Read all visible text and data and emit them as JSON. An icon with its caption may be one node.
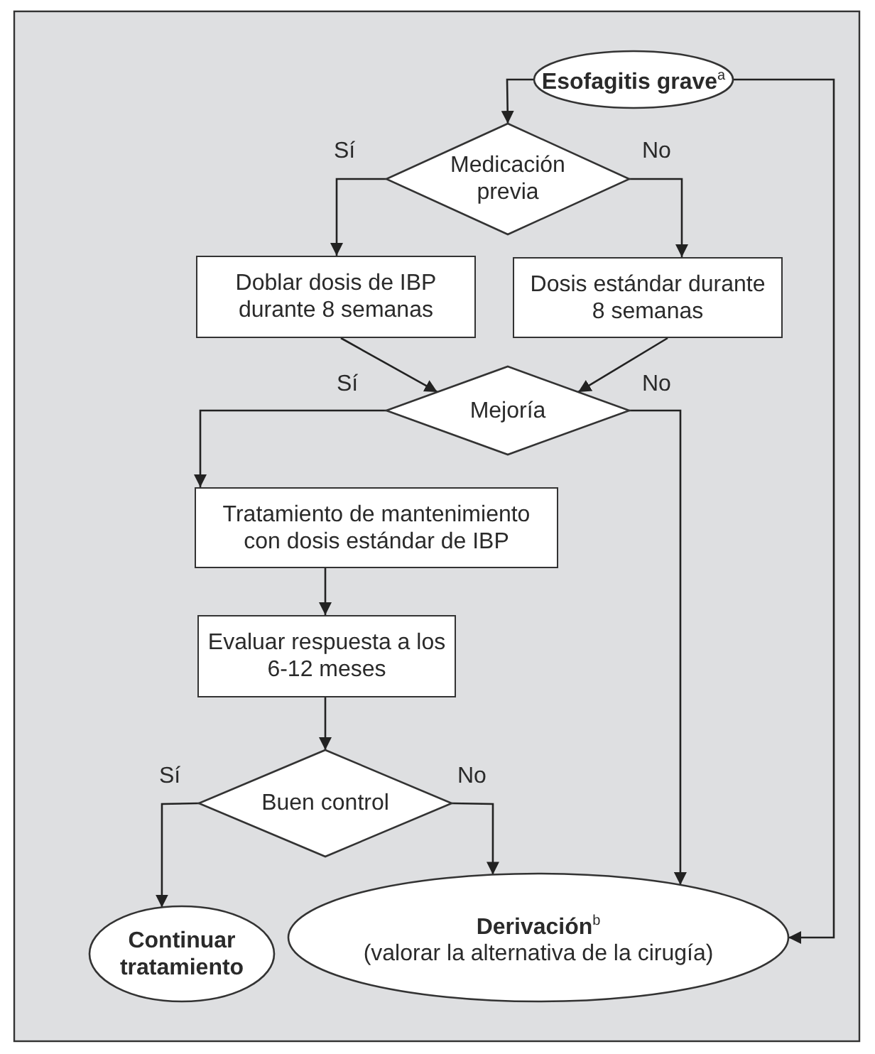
{
  "diagram": {
    "nodes": [
      {
        "text": [
          "Esofagitis grave$^{a}$"
        ]
      },
      {
        "text": [
          "Medicación previa"
        ]
      },
      {
        "text": [
          "Doblar dosis de IBP durante 8 semanas"
        ]
      },
      {
        "text": [
          "Dosis estándar durante 8 semanas"
        ]
      },
      {
        "text": [
          "Mejoría"
        ]
      },
      {
        "text": [
          "Tratamiento de mantenimiento con dosis estándar de IBP"
        ]
      },
      {
        "text": [
          "Evaluar respuesta a los 6-12 meses"
        ]
      },
      {
        "text": [
          "Buen control"
        ]
      },
      {
        "text": [
          "Continuar tratamiento"
        ]
      },
      {
        "text": [
          "Derivación$^{b}$",
          "(valorar la alternativa de la cirugía)"
        ]
      }
    ],
    "edges": [
      {
        "from": 0,
        "to": 1,
        "arrow": "to"
      },
      {
        "from": 0,
        "to": 9,
        "arrow": "to"
      },
      {
        "from": 1,
        "to": 2,
        "arrow": "to",
        "label": "Sí"
      },
      {
        "from": 1,
        "to": 3,
        "arrow": "to",
        "label": "No"
      },
      {
        "from": 2,
        "to": 4,
        "arrow": "to"
      },
      {
        "from": 3,
        "to": 4,
        "arrow": "to"
      },
      {
        "from": 4,
        "to": 5,
        "arrow": "to",
        "label": "Sí"
      },
      {
        "from": 4,
        "to": 9,
        "arrow": "to",
        "label": "No"
      },
      {
        "from": 5,
        "to": 6,
        "arrow": "to"
      },
      {
        "from": 6,
        "to": 7,
        "arrow": "to"
      },
      {
        "from": 7,
        "to": 8,
        "arrow": "to",
        "label": "Sí"
      },
      {
        "from": 7,
        "to": 9,
        "arrow": "to",
        "label": "No"
      }
    ]
  }
}
